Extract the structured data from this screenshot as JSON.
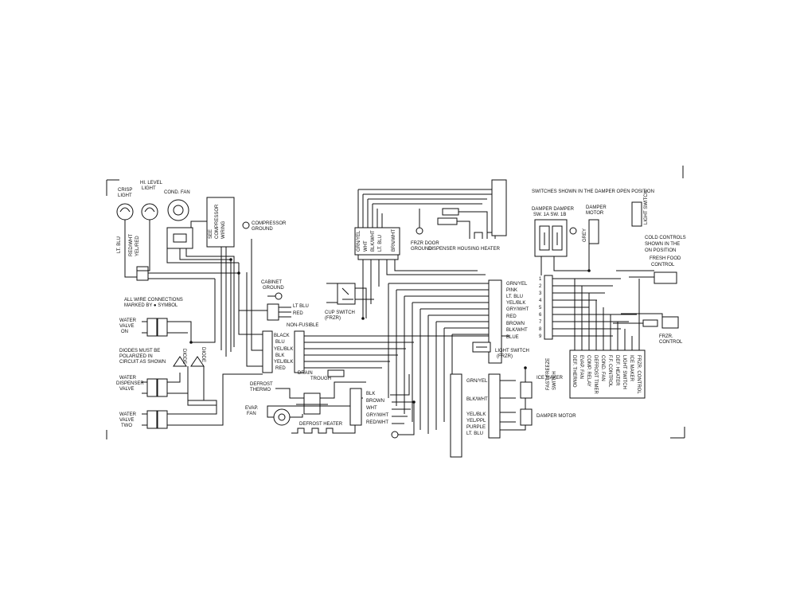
{
  "header_note": "SWITCHES SHOWN IN THE DAMPER OPEN POSITION",
  "left": {
    "crisp_light": [
      "CRISP",
      "LIGHT"
    ],
    "hi_level_light": [
      "HI. LEVEL",
      "LIGHT"
    ],
    "cond_fan": "COND. FAN",
    "see_compressor_wiring": [
      "SEE",
      "COMPRESSOR",
      "WIRING"
    ],
    "compressor_ground": [
      "COMPRESSOR",
      "GROUND"
    ],
    "lt_blu": "LT. BLU",
    "wire_colors": [
      "RED/WHT",
      "YEL/RED"
    ],
    "all_wire_connections": [
      "ALL WIRE CONNECTIONS",
      "MARKED BY ● SYMBOL"
    ],
    "water_valve": [
      "WATER",
      "VALVE",
      "ON"
    ],
    "diodes_note": [
      "DIODES MUST BE",
      "POLARIZED IN",
      "CIRCUIT AS SHOWN"
    ],
    "water_dispenser_valve": [
      "WATER",
      "DISPENSER",
      "VALVE"
    ],
    "water_valve_2": [
      "WATER",
      "VALVE",
      "TWO"
    ],
    "diode_labels": [
      "DIODE",
      "DIODE"
    ]
  },
  "center": {
    "cabinet_ground": [
      "CABINET",
      "GROUND"
    ],
    "cabinet_light_labels": [
      "LT BLU",
      "RED",
      "NON-FUSIBLE"
    ],
    "terminal_colors_left": [
      "BLACK",
      "BLU",
      "YEL/BLK",
      "BLK",
      "YEL/BLK",
      "RED"
    ],
    "terminal_colors_top": [
      "GRN/YEL",
      "WHT",
      "BLK/WHT",
      "LT. BLU",
      "BRN/WHT"
    ],
    "frzr_door_ground": [
      "FRZR DOOR",
      "GROUND"
    ],
    "dispenser_housing_heater": "DISPENSER HOUSING HEATER",
    "cup_switch": [
      "CUP SWITCH",
      "(FRZR)"
    ],
    "terminal_colors_right": [
      "GRN/YEL",
      "PINK",
      "LT. BLU",
      "YEL/BLK",
      "GRY/WHT",
      "RED",
      "BROWN",
      "BLK/WHT",
      "BLUE"
    ],
    "light_switch": [
      "LIGHT SWITCH",
      "(FRZR)"
    ],
    "drain_trough": [
      "DRAIN",
      "TROUGH"
    ],
    "defrost_thermo": [
      "DEFROST",
      "THERMO"
    ],
    "evap_fan": [
      "EVAP.",
      "FAN"
    ],
    "defrost_heater": "DEFROST HEATER",
    "lower_colors_a": [
      "BLK",
      "BROWN",
      "WHT",
      "GRY/WHT",
      "RED/WHT"
    ],
    "lower_colors_b": [
      "GRN/YEL",
      "BLK/WHT",
      "YEL/BLK",
      "YEL/PPL",
      "PURPLE",
      "LT. BLU"
    ],
    "lower_right_boxes": [
      "ICE MAKER",
      "DAMPER MOTOR"
    ],
    "fast_freeze": [
      "FAST FREEZE",
      "SWITCH"
    ]
  },
  "right": {
    "damper_switches": [
      "DAMPER DAMPER",
      "SW. 1A  SW. 1B"
    ],
    "damper_motor": [
      "DAMPER",
      "MOTOR"
    ],
    "grey": "GREY",
    "light_switch_r": "LIGHT SWITCH",
    "cold_controls_note": [
      "COLD CONTROLS",
      "SHOWN IN THE",
      "ON POSITION"
    ],
    "fresh_food_control": [
      "FRESH FOOD",
      "CONTROL"
    ],
    "frzr_control": [
      "FRZR.",
      "CONTROL"
    ],
    "terminal_numbers": [
      "1",
      "2",
      "3",
      "4",
      "5",
      "6",
      "7",
      "8",
      "9"
    ],
    "vertical_labels": [
      "DEF. THERMO",
      "EVAP. FAN",
      "COMP. RELAY",
      "DEFROST TIMER",
      "COND. FAN",
      "F.F. CONTROL",
      "DEF. HEATER",
      "LIGHT SWITCH",
      "ICE MAKER",
      "FRZR. CONTROL"
    ]
  }
}
